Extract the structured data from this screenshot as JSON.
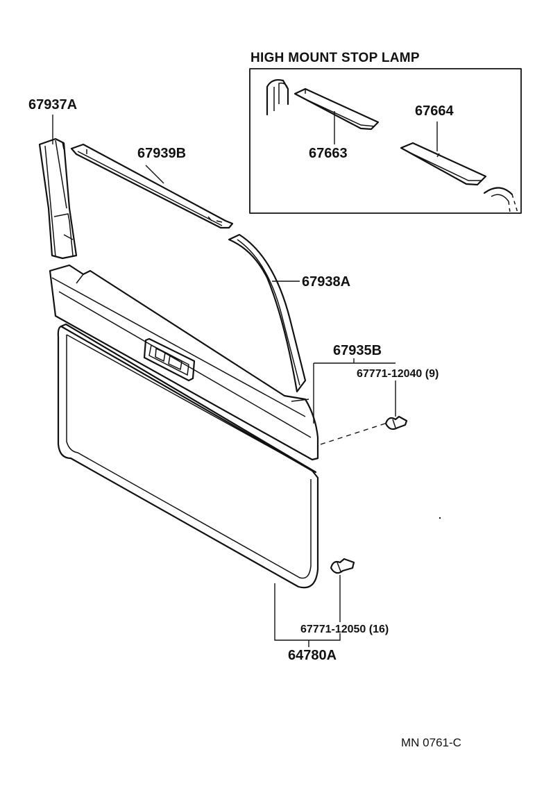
{
  "inset": {
    "title": "HIGH MOUNT STOP LAMP"
  },
  "parts": {
    "p67937A": "67937A",
    "p67939B": "67939B",
    "p67938A": "67938A",
    "p67935B": "67935B",
    "clip_upper": "67771-12040 (9)",
    "clip_lower": "67771-12050 (16)",
    "p64780A": "64780A",
    "p67664": "67664",
    "p67663": "67663"
  },
  "footer": {
    "code": "MN 0761-C"
  }
}
